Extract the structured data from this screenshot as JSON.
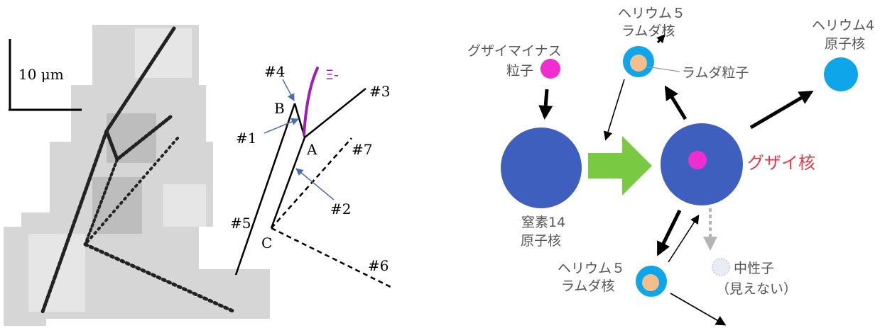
{
  "colors": {
    "accent_purple": "#9B1FB7",
    "arrow_blue": "#4A6FB0",
    "nucleus_blue": "#3F5FBF",
    "helium_cyan": "#0EA5E9",
    "lambda_peach": "#F2BE8C",
    "xi_magenta": "#F02DD0",
    "green_arrow": "#7AC943",
    "xi_label_red": "#E23C4B",
    "neutron_grey": "#C9D3DF"
  },
  "micrograph": {
    "scale_label": "10 μm"
  },
  "trace": {
    "labels": {
      "t4": "#4",
      "t3": "#3",
      "t1": "#1",
      "t7": "#7",
      "t2": "#2",
      "t5": "#5",
      "t6": "#6",
      "pA": "A",
      "pB": "B",
      "pC": "C",
      "xi": "Ξ-"
    }
  },
  "reaction": {
    "xi_minus_line1": "グザイマイナス",
    "xi_minus_line2": "粒子",
    "nitrogen_line1": "窒素14",
    "nitrogen_line2": "原子核",
    "xi_nucleus": "グザイ核",
    "he5_top_line1": "ヘリウム５",
    "he5_top_line2": "ラムダ核",
    "lambda_particle": "ラムダ粒子",
    "he4_line1": "ヘリウム4",
    "he4_line2": "原子核",
    "he5_bottom_line1": "ヘリウム５",
    "he5_bottom_line2": "ラムダ核",
    "neutron_line1": "中性子",
    "neutron_line2": "（見えない）"
  }
}
